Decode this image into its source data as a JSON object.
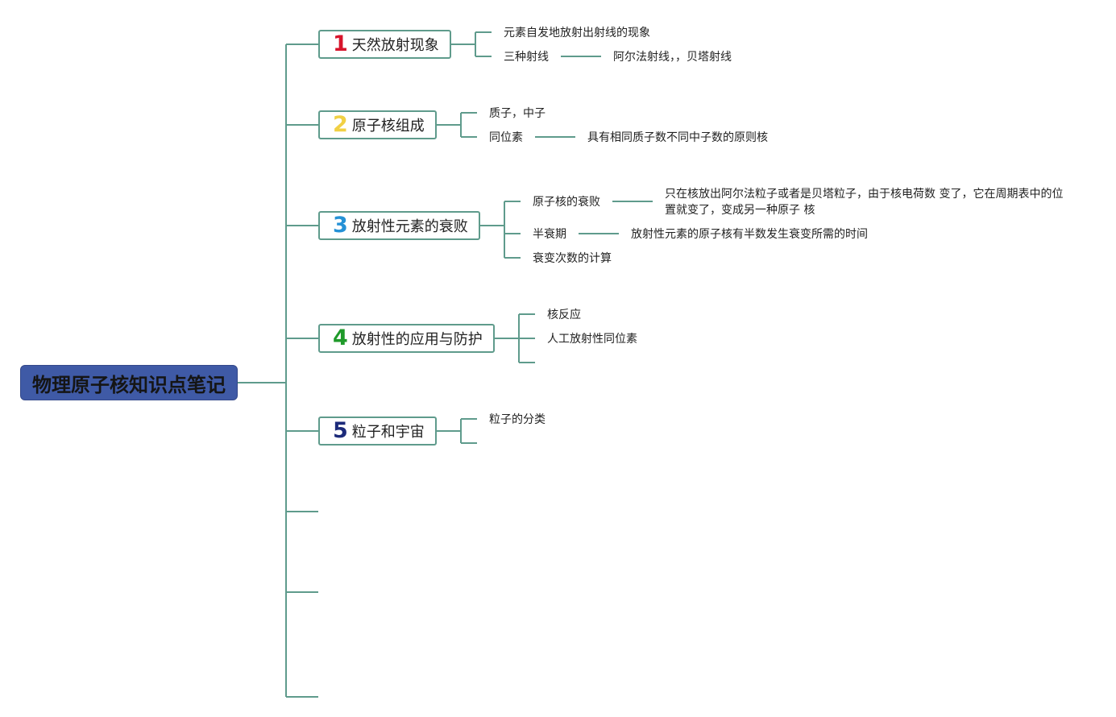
{
  "root": {
    "title": "物理原子核知识点笔记"
  },
  "topics": [
    {
      "num": "1",
      "num_color": "#d7142b",
      "label": "天然放射现象",
      "children": [
        {
          "label": "元素自发地放射出射线的现象"
        },
        {
          "label": "三种射线",
          "detail": "阿尔法射线，，贝塔射线"
        }
      ]
    },
    {
      "num": "2",
      "num_color": "#f1d044",
      "label": "原子核组成",
      "children": [
        {
          "label": "质子，中子"
        },
        {
          "label": "同位素",
          "detail": "具有相同质子数不同中子数的原则核"
        }
      ]
    },
    {
      "num": "3",
      "num_color": "#2591d6",
      "label": "放射性元素的衰败",
      "children": [
        {
          "label": "原子核的衰败",
          "detail": "只在核放出阿尔法粒子或者是贝塔粒子，由于核电荷数 变了，它在周期表中的位置就变了，变成另一种原子 核"
        },
        {
          "label": "半衰期",
          "detail": "放射性元素的原子核有半数发生衰变所需的时间"
        },
        {
          "label": "衰变次数的计算"
        }
      ]
    },
    {
      "num": "4",
      "num_color": "#1f9a2a",
      "label": "放射性的应用与防护",
      "children": [
        {
          "label": "核反应"
        },
        {
          "label": "人工放射性同位素"
        }
      ]
    },
    {
      "num": "5",
      "num_color": "#1c2a7a",
      "label": "粒子和宇宙",
      "children": [
        {
          "label": "粒子的分类"
        }
      ]
    }
  ],
  "colors": {
    "line": "#5f9b8c",
    "root_fill": "#3f5aa6"
  }
}
